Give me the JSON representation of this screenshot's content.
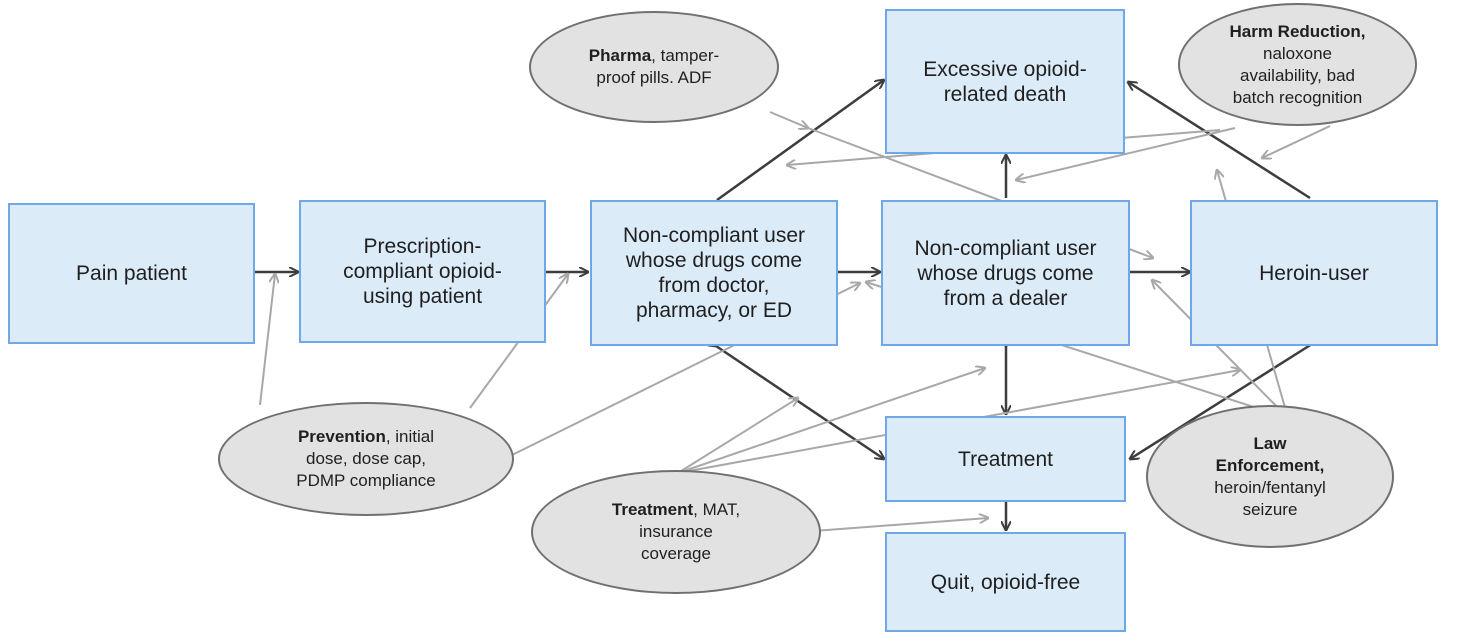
{
  "nodes": {
    "pain_patient": "Pain patient",
    "prescription_compliant": "Prescription-\ncompliant opioid-\nusing patient",
    "noncompliant_doctor": "Non-compliant user\nwhose drugs come\nfrom doctor,\npharmacy, or ED",
    "noncompliant_dealer": "Non-compliant user\nwhose drugs come\nfrom a dealer",
    "heroin_user": "Heroin-user",
    "excessive_death": "Excessive opioid-\nrelated death",
    "treatment": "Treatment",
    "quit": "Quit, opioid-free"
  },
  "interventions": {
    "pharma": {
      "bold": "Pharma",
      "text": ", tamper-\nproof pills. ADF"
    },
    "harm_reduction": {
      "bold": "Harm Reduction,",
      "text": "naloxone\navailability, bad\nbatch recognition"
    },
    "prevention": {
      "bold": "Prevention",
      "text": ", initial\ndose, dose cap,\nPDMP compliance"
    },
    "treatment": {
      "bold": "Treatment",
      "text": ", MAT,\ninsurance\ncoverage"
    },
    "law_enforcement": {
      "bold": "Law\nEnforcement,",
      "text": "heroin/fentanyl\nseizure"
    }
  },
  "colors": {
    "box_fill": "#dcebf8",
    "box_border": "#6fa8e6",
    "ellipse_fill": "#e2e2e2",
    "ellipse_border": "#707070",
    "arrow_dark": "#3d3d3d",
    "arrow_light": "#a8a8a8"
  }
}
